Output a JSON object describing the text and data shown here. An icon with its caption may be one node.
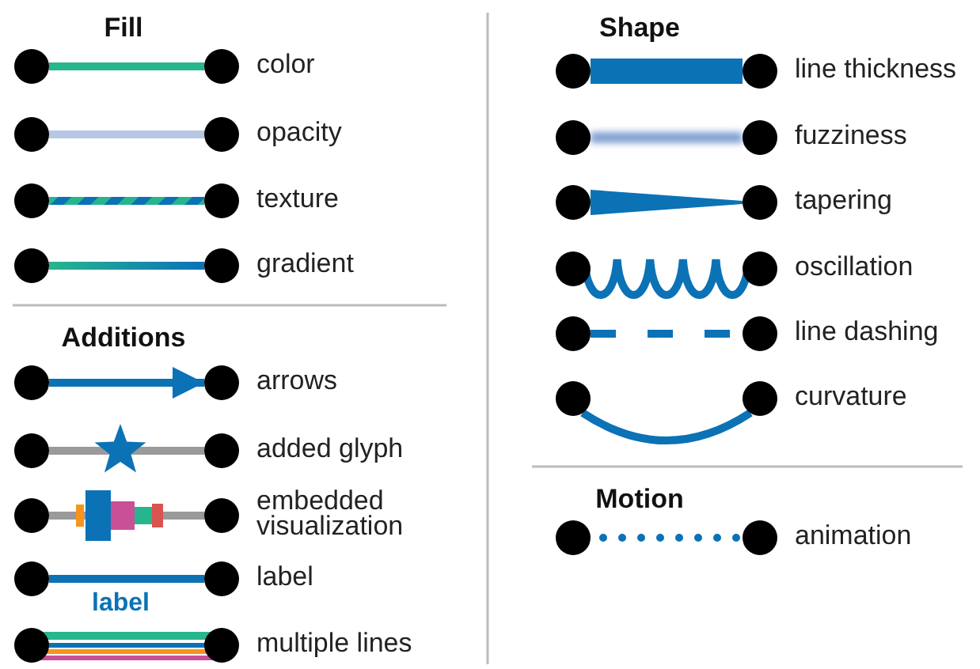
{
  "diagram": {
    "nodes": [
      {
        "text": [],
        "shape": "circle"
      },
      {
        "text": [],
        "shape": "circle",
        "beside": [
          "color"
        ]
      },
      {
        "text": [],
        "shape": "circle"
      },
      {
        "text": [],
        "shape": "circle",
        "beside": [
          "opacity"
        ]
      },
      {
        "text": [],
        "shape": "circle"
      },
      {
        "text": [],
        "shape": "circle",
        "beside": [
          "texture"
        ]
      },
      {
        "text": [],
        "shape": "circle"
      },
      {
        "text": [],
        "shape": "circle",
        "beside": [
          "gradient"
        ]
      },
      {
        "text": [],
        "shape": "circle"
      },
      {
        "text": [],
        "shape": "circle",
        "beside": [
          "arrows"
        ]
      },
      {
        "text": [],
        "shape": "circle"
      },
      {
        "text": [],
        "shape": "circle",
        "beside": [
          "added glyph"
        ]
      },
      {
        "text": [],
        "shape": "circle"
      },
      {
        "text": [],
        "shape": "circle",
        "beside": [
          "embedded visualization"
        ]
      },
      {
        "text": [],
        "shape": "circle"
      },
      {
        "text": [],
        "shape": "circle",
        "beside": [
          "label"
        ]
      },
      {
        "text": [],
        "shape": "circle"
      },
      {
        "text": [],
        "shape": "circle",
        "beside": [
          "multiple lines"
        ]
      },
      {
        "text": [],
        "shape": "circle"
      },
      {
        "text": [],
        "shape": "circle",
        "beside": [
          "line thickness"
        ]
      },
      {
        "text": [],
        "shape": "circle"
      },
      {
        "text": [],
        "shape": "circle",
        "beside": [
          "fuzziness"
        ]
      },
      {
        "text": [],
        "shape": "circle"
      },
      {
        "text": [],
        "shape": "circle",
        "beside": [
          "tapering"
        ]
      },
      {
        "text": [],
        "shape": "circle"
      },
      {
        "text": [],
        "shape": "circle",
        "beside": [
          "oscillation"
        ]
      },
      {
        "text": [],
        "shape": "circle"
      },
      {
        "text": [],
        "shape": "circle",
        "beside": [
          "line dashing"
        ]
      },
      {
        "text": [],
        "shape": "circle"
      },
      {
        "text": [],
        "shape": "circle",
        "beside": [
          "curvature"
        ]
      },
      {
        "text": [],
        "shape": "circle"
      },
      {
        "text": [],
        "shape": "circle",
        "beside": [
          "animation"
        ]
      }
    ],
    "edges": [
      {
        "from": 0,
        "to": 1,
        "arrow": "none",
        "color": "#27b58e"
      },
      {
        "from": 2,
        "to": 3,
        "arrow": "none",
        "color": "#b6c7e3"
      },
      {
        "from": 4,
        "to": 5,
        "arrow": "none"
      },
      {
        "from": 6,
        "to": 7,
        "arrow": "none"
      },
      {
        "from": 8,
        "to": 9,
        "arrow": "to"
      },
      {
        "from": 10,
        "to": 11,
        "arrow": "none",
        "color": "#9a9a9a"
      },
      {
        "from": 12,
        "to": 13,
        "arrow": "none",
        "color": "#9a9a9a"
      },
      {
        "from": 14,
        "to": 15,
        "arrow": "none",
        "label": "label"
      },
      {
        "from": 16,
        "to": 17,
        "arrow": "none"
      },
      {
        "from": 18,
        "to": 19,
        "arrow": "none",
        "style": "thick"
      },
      {
        "from": 20,
        "to": 21,
        "arrow": "none",
        "color": "#7f9fd0"
      },
      {
        "from": 22,
        "to": 23,
        "arrow": "none"
      },
      {
        "from": 24,
        "to": 25,
        "arrow": "none"
      },
      {
        "from": 26,
        "to": 27,
        "arrow": "none",
        "style": "dashed"
      },
      {
        "from": 28,
        "to": 29,
        "arrow": "none"
      },
      {
        "from": 30,
        "to": 31,
        "arrow": "none",
        "style": "dashed"
      }
    ],
    "labels": [
      "Fill",
      "Additions",
      "Shape",
      "Motion"
    ]
  }
}
